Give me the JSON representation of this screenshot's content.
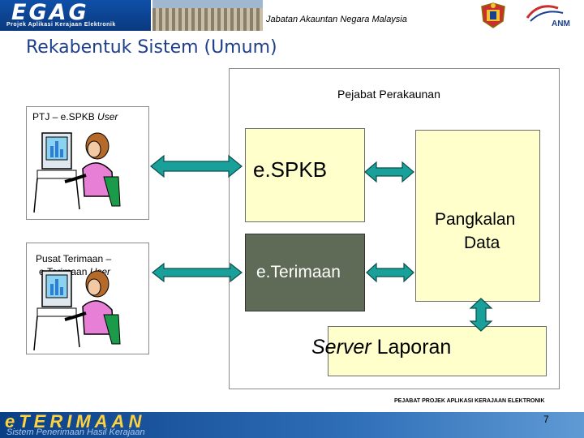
{
  "header": {
    "logo_text": "EGAG",
    "logo_subtitle": "Projek Aplikasi Kerajaan Elektronik",
    "agency": "Jabatan Akauntan Negara Malaysia",
    "badge_text": "ANM"
  },
  "title": "Rekabentuk Sistem (Umum)",
  "diagram": {
    "office_label": "Pejabat Perakaunan",
    "users": [
      {
        "label_main": "PTJ – e.SPKB ",
        "label_italic": "User"
      },
      {
        "label_line1": "Pusat Terimaan –",
        "label_main": "e.Terimaan ",
        "label_italic": "User"
      }
    ],
    "boxes": {
      "espkb": "e.SPKB",
      "eterimaan": "e.Terimaan",
      "database_line1": "Pangkalan",
      "database_line2": "Data",
      "server_italic": "Server",
      "server_rest": " Laporan"
    },
    "colors": {
      "box_fill": "#ffffcc",
      "eterimaan_fill": "#5f6b57",
      "arrow_fill": "#1aa09a",
      "title_color": "#1f3f8c"
    }
  },
  "footer": {
    "organization": "PEJABAT PROJEK APLIKASI KERAJAAN ELEKTRONIK",
    "logo_text": "eTERIMAAN",
    "logo_subtitle": "Sistem Penerimaan Hasil Kerajaan",
    "page_number": "7"
  }
}
